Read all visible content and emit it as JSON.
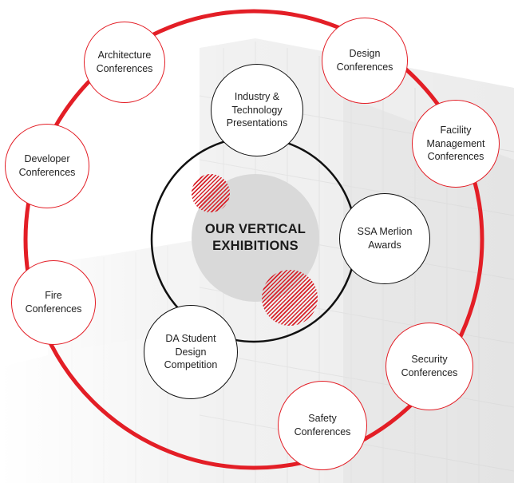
{
  "center": {
    "title": "OUR VERTICAL\nEXHIBITIONS"
  },
  "outer_ring": [
    "Architecture\nConferences",
    "Design\nConferences",
    "Facility\nManagement\nConferences",
    "Developer\nConferences",
    "Fire Conferences",
    "Security\nConferences",
    "Safety\nConferences"
  ],
  "inner_ring": [
    "Industry &\nTechnology\nPresentations",
    "SSA Merlion\nAwards",
    "DA Student\nDesign\nCompetition"
  ],
  "colors": {
    "accent_red": "#e31e26",
    "inner_ring_black": "#111111",
    "center_disc_gray": "#d9d9d9",
    "background_building": "#e9e9e9"
  }
}
